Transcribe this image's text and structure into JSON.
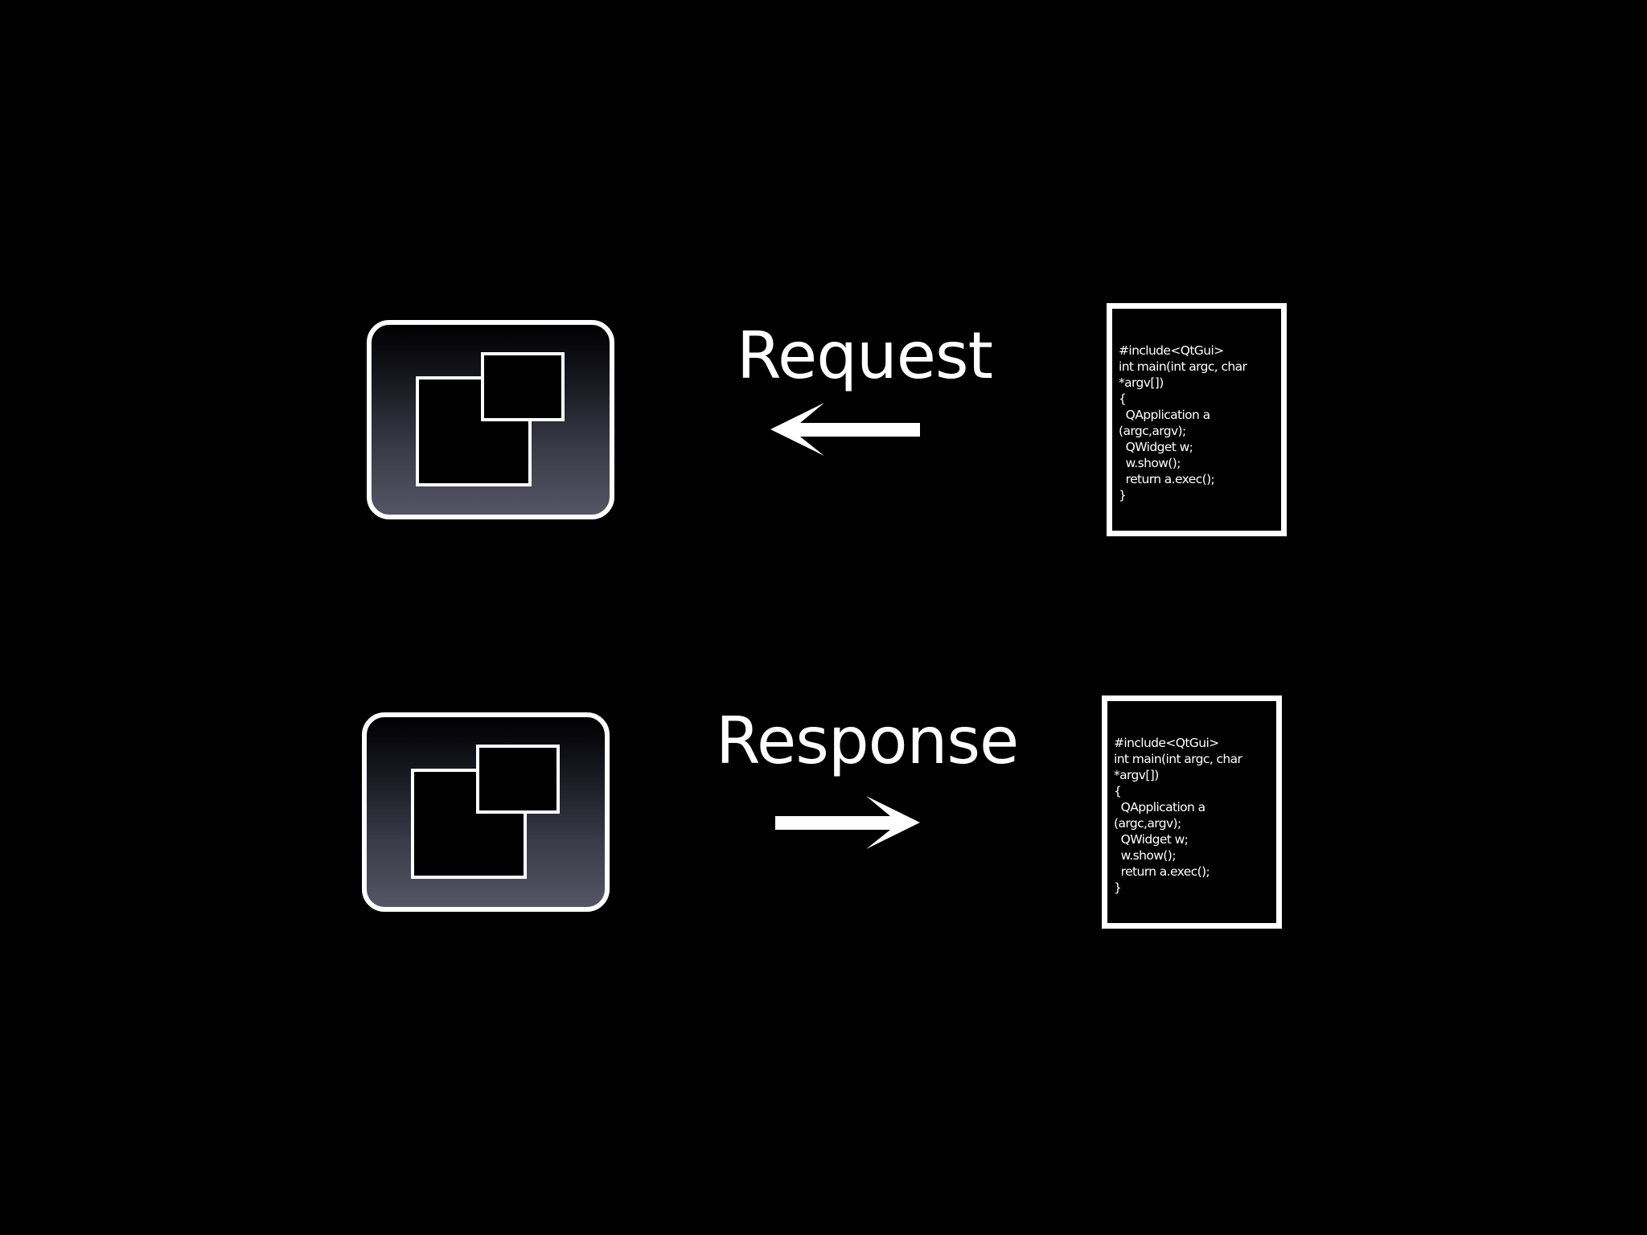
{
  "request": {
    "label": "Request",
    "direction": "left"
  },
  "response": {
    "label": "Response",
    "direction": "right"
  },
  "code_lines": [
    "#include<QtGui>",
    "int main(int argc, char",
    "*argv[])",
    "{",
    "  QApplication a",
    "(argc,argv);",
    "  QWidget w;",
    "  w.show();",
    "  return a.exec();",
    "}"
  ],
  "icons": {
    "app_window": "app-window-icon",
    "source_code": "source-code-document-icon",
    "arrow": "arrow-icon"
  },
  "colors": {
    "background": "#000000",
    "foreground": "#ffffff",
    "window_gradient_bottom": "#555565"
  }
}
